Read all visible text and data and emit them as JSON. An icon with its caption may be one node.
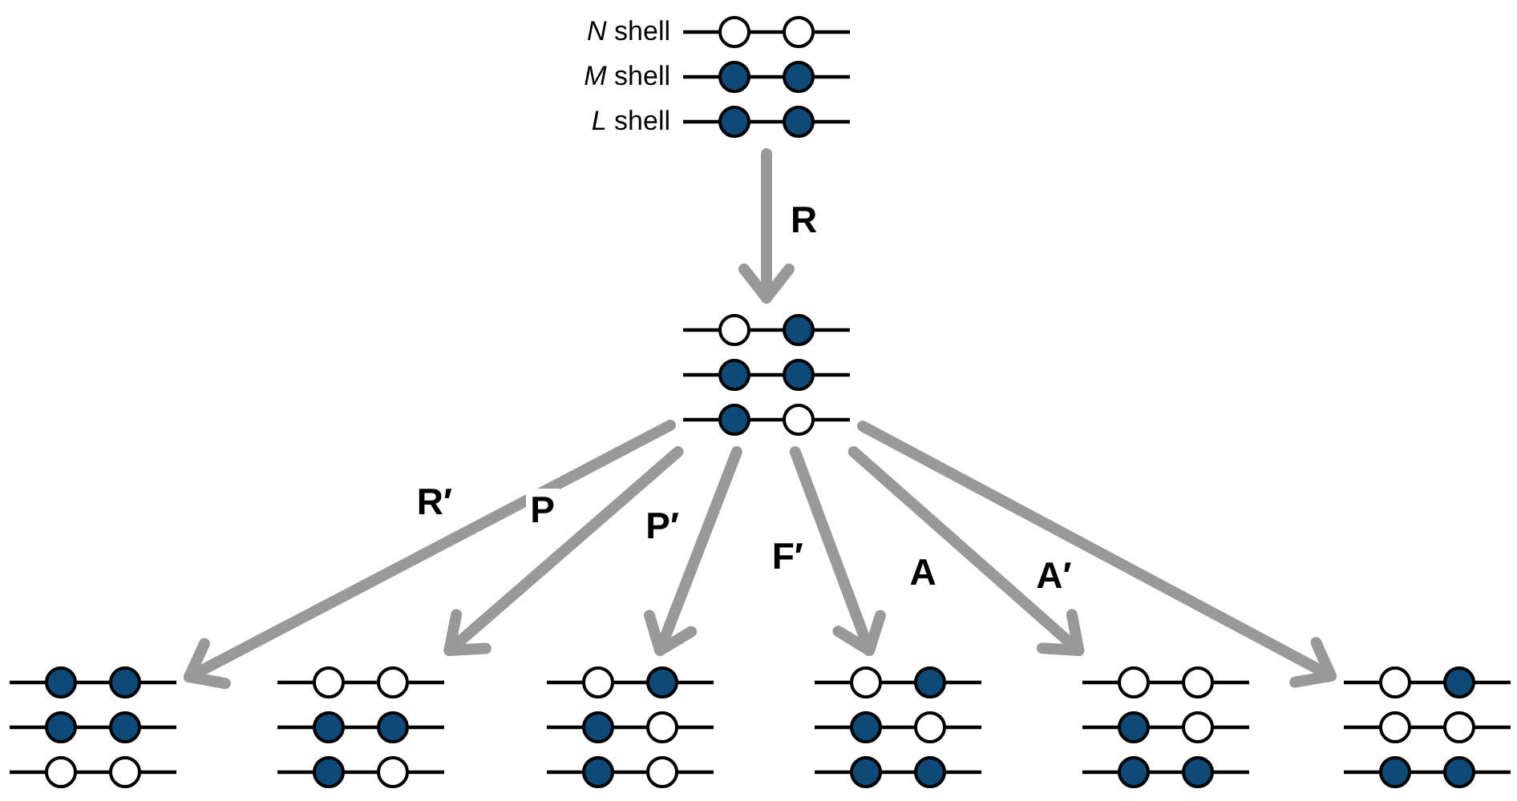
{
  "diagram": {
    "nodes": [
      {
        "text": [],
        "shape": "picture",
        "beside": [
          "*N* shell",
          "*M* shell",
          "*L* shell"
        ]
      },
      {
        "text": [],
        "shape": "picture"
      },
      {
        "text": [],
        "shape": "picture"
      },
      {
        "text": [],
        "shape": "picture"
      },
      {
        "text": [],
        "shape": "picture"
      },
      {
        "text": [],
        "shape": "picture"
      },
      {
        "text": [],
        "shape": "picture"
      },
      {
        "text": [],
        "shape": "picture"
      }
    ],
    "edges": [
      {
        "from": 0,
        "to": 1,
        "arrow": "to",
        "label": "R"
      },
      {
        "from": 1,
        "to": 2,
        "arrow": "to",
        "label": "R′"
      },
      {
        "from": 1,
        "to": 3,
        "arrow": "to",
        "label": "P"
      },
      {
        "from": 1,
        "to": 4,
        "arrow": "to",
        "label": "P′"
      },
      {
        "from": 1,
        "to": 5,
        "arrow": "to",
        "label": "F′"
      },
      {
        "from": 1,
        "to": 6,
        "arrow": "to",
        "label": "A"
      },
      {
        "from": 1,
        "to": 7,
        "arrow": "to",
        "label": "A′"
      }
    ]
  }
}
